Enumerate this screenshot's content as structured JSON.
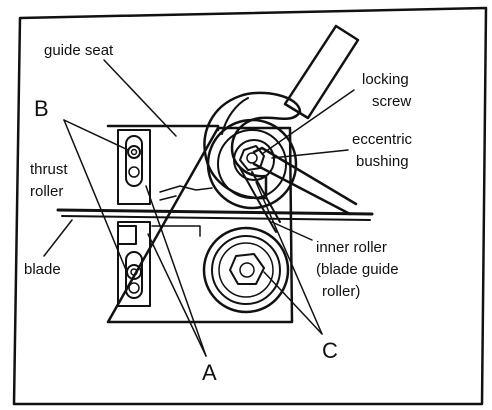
{
  "diagram": {
    "labels": {
      "guide_seat": "guide seat",
      "locking_screw_1": "locking",
      "locking_screw_2": "screw",
      "eccentric_bushing_1": "eccentric",
      "eccentric_bushing_2": "bushing",
      "b": "B",
      "thrust_roller_1": "thrust",
      "thrust_roller_2": "roller",
      "blade": "blade",
      "inner_roller_1": "inner roller",
      "inner_roller_2": "(blade guide",
      "inner_roller_3": "roller)",
      "c": "C",
      "a": "A"
    },
    "colors": {
      "ink": "#111111",
      "paper": "#ffffff"
    }
  }
}
